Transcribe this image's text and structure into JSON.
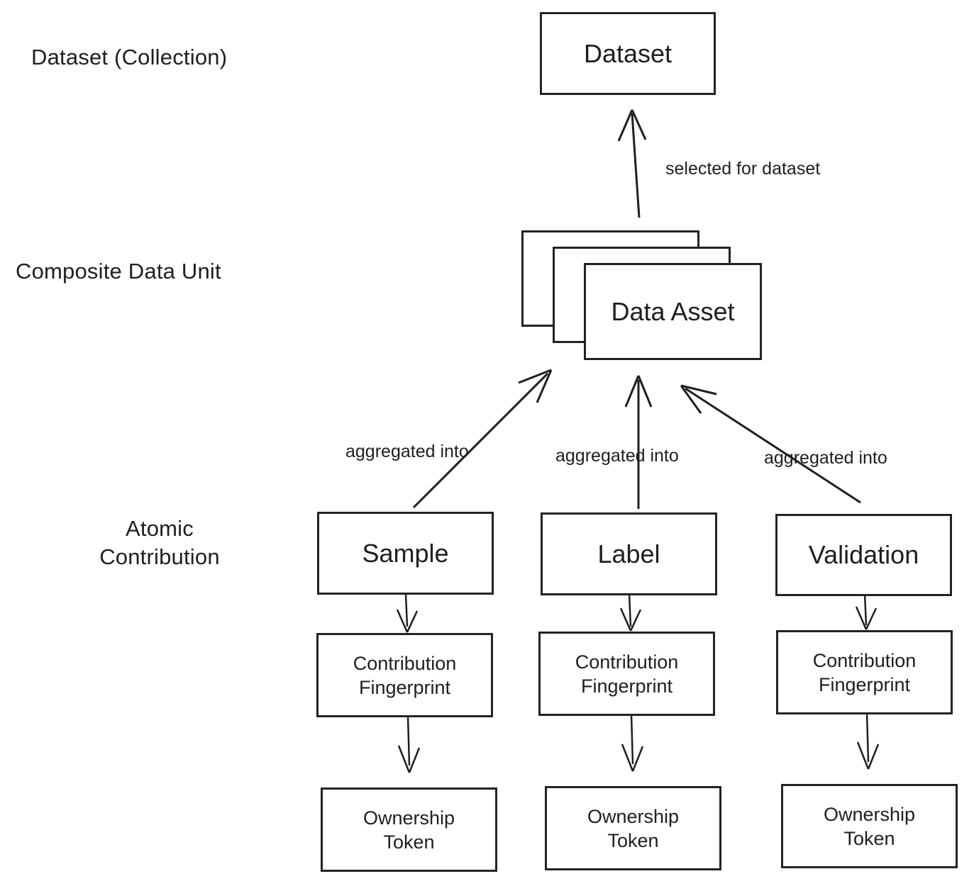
{
  "diagram": {
    "title_rows": [
      {
        "id": "dataset-collection",
        "label": "Dataset (Collection)"
      },
      {
        "id": "composite-data-unit",
        "label": "Composite Data Unit"
      },
      {
        "id": "atomic-contribution",
        "label_line1": "Atomic",
        "label_line2": "Contribution"
      }
    ],
    "nodes": {
      "dataset": "Dataset",
      "data_asset": "Data Asset",
      "sample": "Sample",
      "label": "Label",
      "validation": "Validation",
      "fingerprint_line1": "Contribution",
      "fingerprint_line2": "Fingerprint",
      "token_line1": "Ownership",
      "token_line2": "Token"
    },
    "columns": [
      {
        "source": "Sample",
        "fingerprint_line1": "Contribution",
        "fingerprint_line2": "Fingerprint",
        "token_line1": "Ownership",
        "token_line2": "Token",
        "edge_label": "aggregated into"
      },
      {
        "source": "Label",
        "fingerprint_line1": "Contribution",
        "fingerprint_line2": "Fingerprint",
        "token_line1": "Ownership",
        "token_line2": "Token",
        "edge_label": "aggregated into"
      },
      {
        "source": "Validation",
        "fingerprint_line1": "Contribution",
        "fingerprint_line2": "Fingerprint",
        "token_line1": "Ownership",
        "token_line2": "Token",
        "edge_label": "aggregated into"
      }
    ],
    "edges": {
      "selected_for_dataset": "selected for dataset",
      "aggregated_into_1": "aggregated into",
      "aggregated_into_2": "aggregated into",
      "aggregated_into_3": "aggregated into"
    },
    "colors": {
      "background": "#ffffff",
      "stroke": "#1f1f1f",
      "box_border": "#232323",
      "text": "#1f1f1f"
    }
  }
}
